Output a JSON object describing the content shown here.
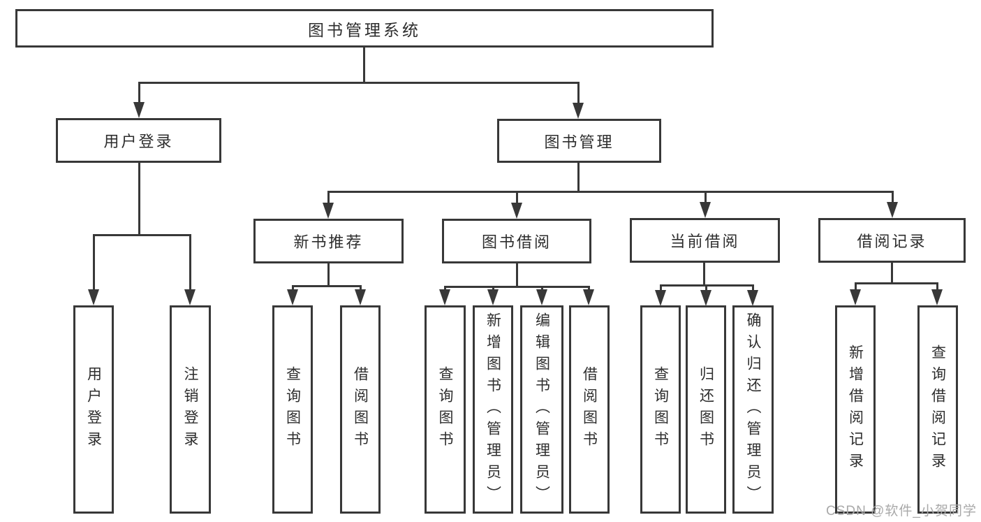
{
  "diagram": {
    "root": "图书管理系统",
    "level1": {
      "user_login": "用户登录",
      "book_mgmt": "图书管理"
    },
    "level2": {
      "new_rec": "新书推荐",
      "borrow": "图书借阅",
      "current": "当前借阅",
      "records": "借阅记录"
    },
    "leaves": {
      "login": "用户登录",
      "logout": "注销登录",
      "rec_query": "查询图书",
      "rec_borrow": "借阅图书",
      "bor_query": "查询图书",
      "bor_add": "新增图书（管理员）",
      "bor_edit": "编辑图书（管理员）",
      "bor_borrow": "借阅图书",
      "cur_query": "查询图书",
      "cur_return": "归还图书",
      "cur_confirm": "确认归还（管理员）",
      "log_add": "新增借阅记录",
      "log_query": "查询借阅记录"
    }
  },
  "watermark": "CSDN @软件_小贺同学",
  "colors": {
    "line": "#383838",
    "text": "#2d2d2d",
    "watermark": "#a9a9a9"
  }
}
